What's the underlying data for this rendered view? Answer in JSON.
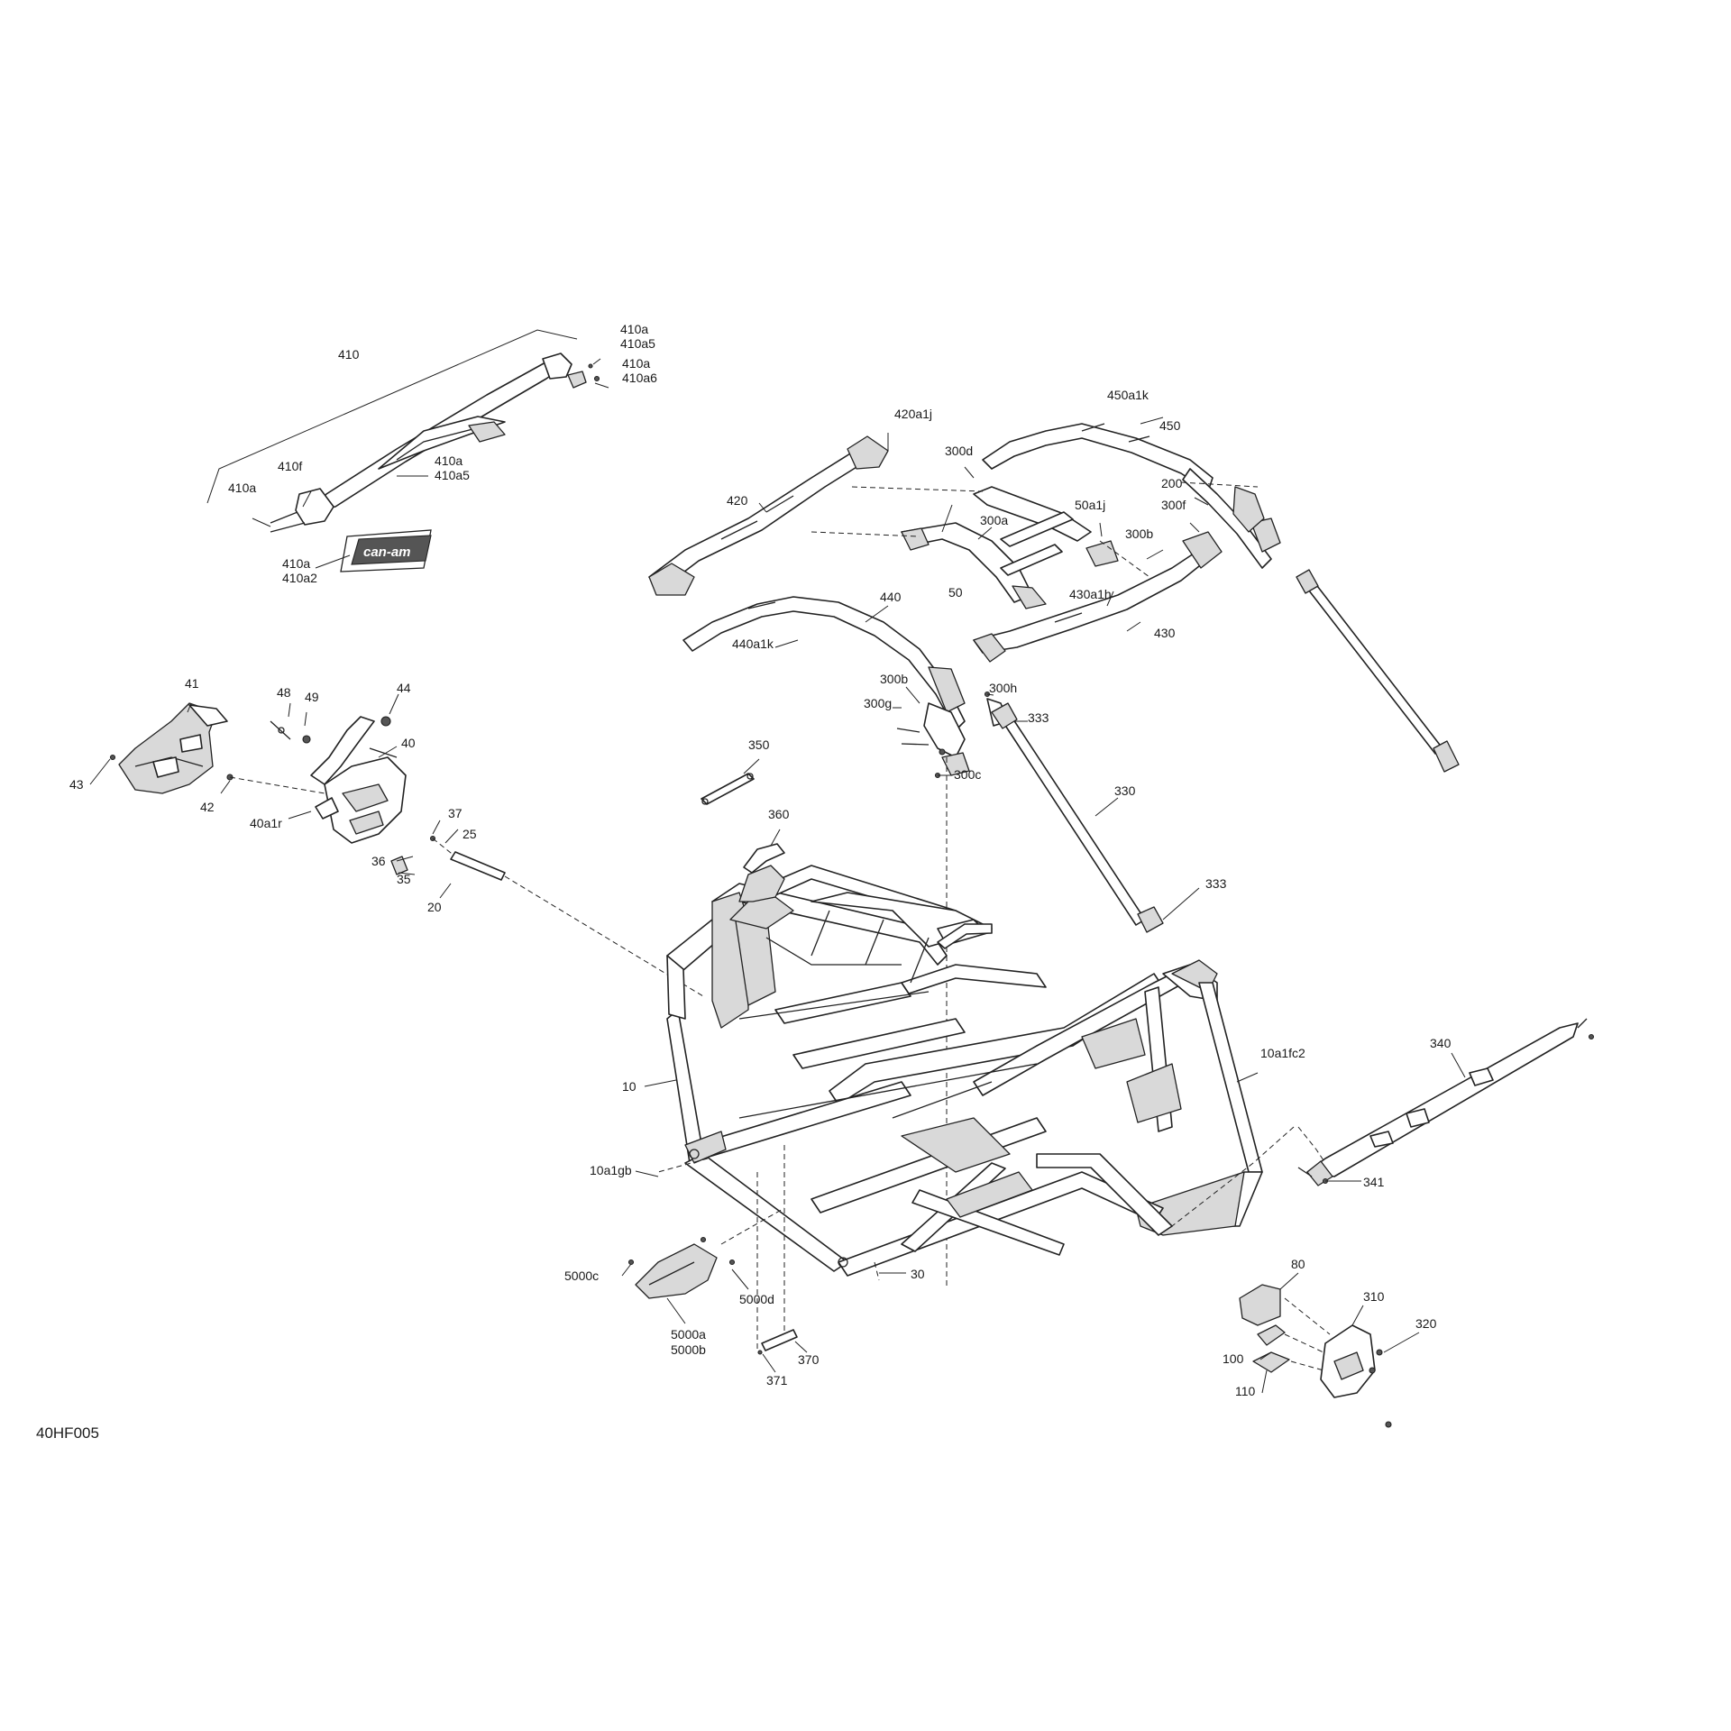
{
  "figure_code": "40HF005",
  "logo_text": "can-am",
  "callouts": {
    "c410": "410",
    "c410a_top1": "410a",
    "c410a5_top": "410a5",
    "c410a_top2": "410a",
    "c410a6": "410a6",
    "c410f": "410f",
    "c410a_left": "410a",
    "c410a_mid": "410a",
    "c410a5_mid": "410a5",
    "c410a_logo": "410a",
    "c410a2": "410a2",
    "c420a1j": "420a1j",
    "c300d": "300d",
    "c420": "420",
    "c300a": "300a",
    "c50a1j": "50a1j",
    "c50": "50",
    "c450a1k": "450a1k",
    "c450": "450",
    "c200": "200",
    "c300f": "300f",
    "c300b_top": "300b",
    "c430a1h": "430a1h",
    "c430": "430",
    "c440": "440",
    "c440a1k": "440a1k",
    "c300b": "300b",
    "c300h": "300h",
    "c300g": "300g",
    "c333_top": "333",
    "c300c": "300c",
    "c330": "330",
    "c333_bot": "333",
    "c350": "350",
    "c360": "360",
    "c41": "41",
    "c48": "48",
    "c49": "49",
    "c44": "44",
    "c40": "40",
    "c43": "43",
    "c42": "42",
    "c40a1r": "40a1r",
    "c37": "37",
    "c25": "25",
    "c36": "36",
    "c35": "35",
    "c20": "20",
    "c10": "10",
    "c10a1gb": "10a1gb",
    "c10a1fc2": "10a1fc2",
    "c340": "340",
    "c341": "341",
    "c30": "30",
    "c5000c": "5000c",
    "c5000d": "5000d",
    "c5000a": "5000a",
    "c5000b": "5000b",
    "c370": "370",
    "c371": "371",
    "c80": "80",
    "c310": "310",
    "c320": "320",
    "c100": "100",
    "c110": "110"
  }
}
